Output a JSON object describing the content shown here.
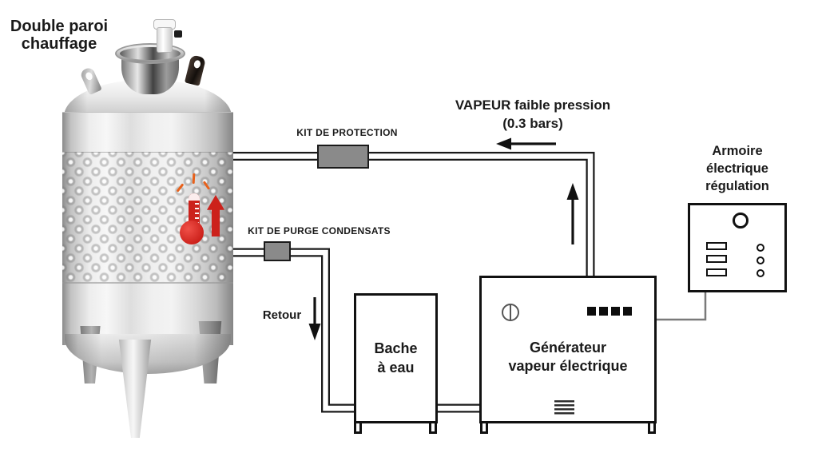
{
  "labels": {
    "tank_title": "Double paroi\nchauffage",
    "steam_line": "VAPEUR faible pression\n(0.3 bars)",
    "kit_protection": "KIT DE PROTECTION",
    "kit_purge": "KIT DE PURGE CONDENSATS",
    "retour": "Retour",
    "bache": "Bache\nà eau",
    "generateur": "Générateur\nvapeur électrique",
    "armoire": "Armoire\nélectrique\nrégulation"
  },
  "colors": {
    "outline": "#1a1a1a",
    "kit_box_fill": "#8a8a8a",
    "wire": "#7a7a7a",
    "heat_red": "#cc211b",
    "ray_orange": "#e8611b"
  },
  "icons": {
    "thermometer": "red-thermometer-with-heat-rays",
    "heat_arrow": "red-up-block-arrow",
    "steam_flow_arrow": "black-left-arrow",
    "steam_rise_arrow": "black-up-arrow",
    "return_arrow": "black-down-arrow",
    "power_dial": "circle-with-vertical-line",
    "indicator_squares": "four-black-squares",
    "vent_grille": "horizontal-slats",
    "pilot_lamp": "outlined-circle",
    "switch_rectangles": "three-outlined-rectangles",
    "indicator_lights": "three-outlined-dots"
  }
}
